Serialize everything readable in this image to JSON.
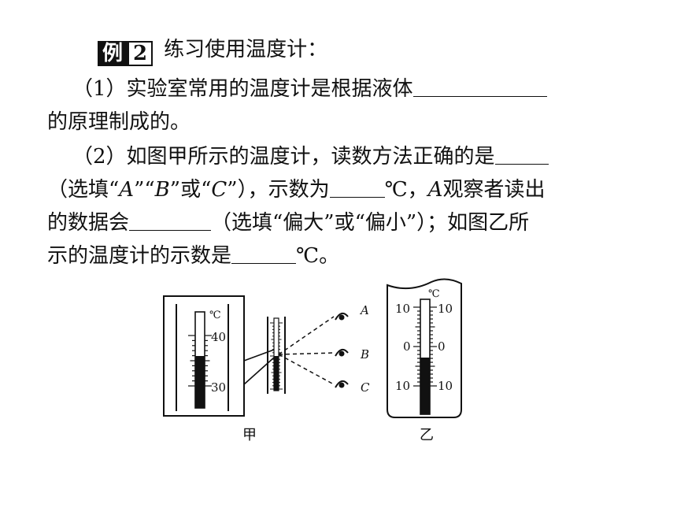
{
  "example": {
    "tag": "例",
    "num": "2",
    "title": "练习使用温度计："
  },
  "q1": {
    "line1": "（1）实验室常用的温度计是根据液体",
    "line2": "的原理制成的。"
  },
  "q2": {
    "line1": "（2）如图甲所示的温度计，读数方法正确的是",
    "l2_a": "（选填“",
    "l2_A": "A",
    "l2_b": "”“",
    "l2_B": "B",
    "l2_c": "”或“",
    "l2_C": "C",
    "l2_d": "”），示数为",
    "l2_e": "℃，",
    "l2_A2": "A",
    "l2_f": "观察者读出",
    "line3_a": "的数据会",
    "line3_b": "（选填“偏大”或“偏小”）；如图乙所",
    "line4_a": "示的温度计的示数是",
    "line4_b": "℃。"
  },
  "figure": {
    "jia": {
      "unit": "℃",
      "tick_top": "40",
      "tick_bottom": "30",
      "caption": "甲"
    },
    "observers": [
      "A",
      "B",
      "C"
    ],
    "yi": {
      "unit": "℃",
      "left_labels": [
        "10",
        "0",
        "10"
      ],
      "right_labels": [
        "10",
        "0",
        "10"
      ],
      "caption": "乙"
    }
  }
}
